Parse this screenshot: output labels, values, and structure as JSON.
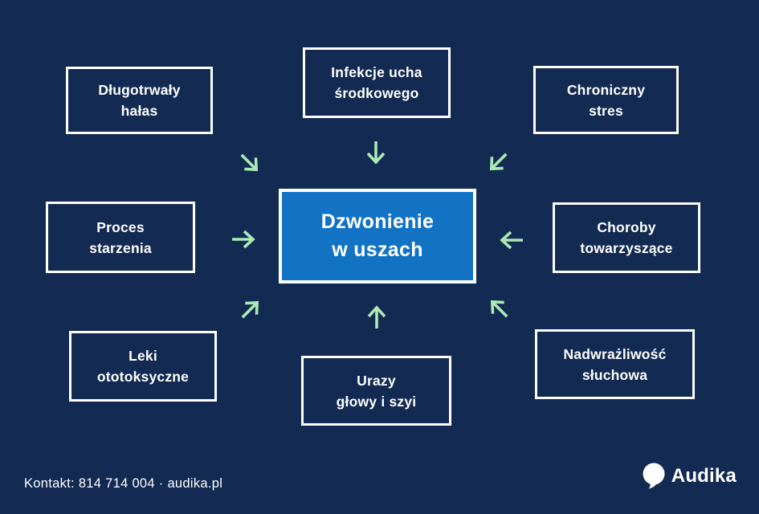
{
  "colors": {
    "background": "#132a52",
    "box_fill": "#132a52",
    "box_border": "#ffffff",
    "center_fill": "#1273c4",
    "arrow_green": "#a9eab5",
    "text": "#ffffff"
  },
  "center": {
    "label": "Dzwonienie w uszach",
    "lines": [
      "Dzwonienie",
      "w uszach"
    ]
  },
  "causes": [
    {
      "label": "Długotrwały hałas",
      "lines": [
        "Długotrwały",
        "hałas"
      ]
    },
    {
      "label": "Infekcje ucha środkowego",
      "lines": [
        "Infekcje ucha",
        "środkowego"
      ]
    },
    {
      "label": "Chroniczny stres",
      "lines": [
        "Chroniczny",
        "stres"
      ]
    },
    {
      "label": "Proces starzenia",
      "lines": [
        "Proces",
        "starzenia"
      ]
    },
    {
      "label": "Choroby towarzyszące",
      "lines": [
        "Choroby",
        "towarzyszące"
      ]
    },
    {
      "label": "Leki ototoksyczne",
      "lines": [
        "Leki",
        "ototoksyczne"
      ]
    },
    {
      "label": "Urazy głowy i szyi",
      "lines": [
        "Urazy",
        "głowy i szyi"
      ]
    },
    {
      "label": "Nadwrażliwość słuchowa",
      "lines": [
        "Nadwrażliwość",
        "słuchowa"
      ]
    }
  ],
  "footer": {
    "contact": "Kontakt: 814 714 004 · audika.pl",
    "brand": "Audika"
  }
}
